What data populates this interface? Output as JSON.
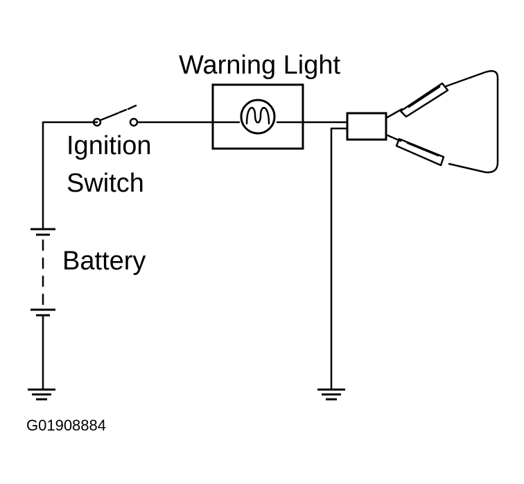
{
  "labels": {
    "warning_light": "Warning Light",
    "ignition_line1": "Ignition",
    "ignition_line2": "Switch",
    "battery": "Battery",
    "figure_code": "G01908884"
  }
}
